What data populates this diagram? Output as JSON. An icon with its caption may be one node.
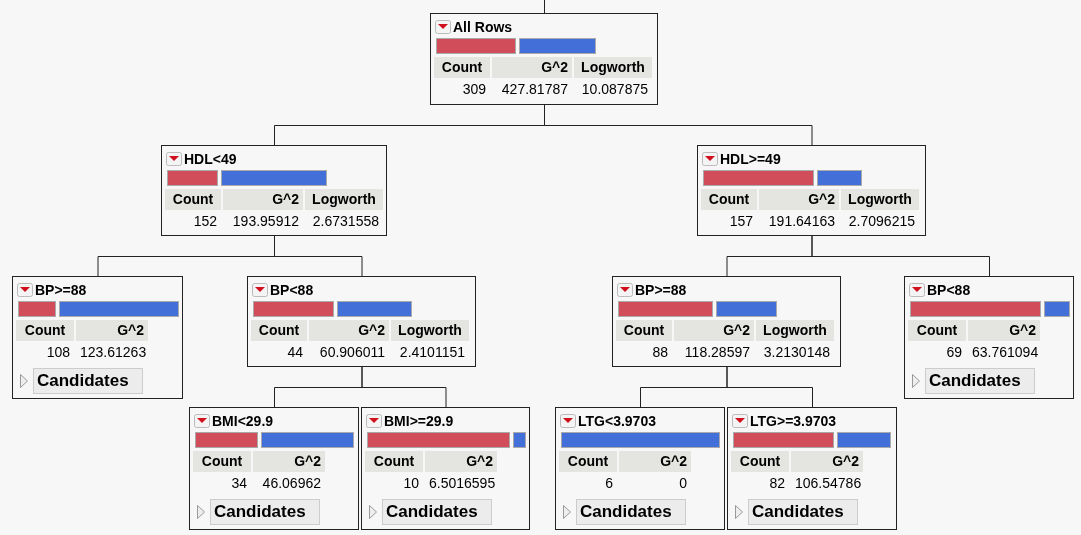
{
  "diagram": {
    "nodes": [
      {
        "text": [
          "All Rows",
          "Count",
          "G^2",
          "Logworth",
          "309",
          "427.81787",
          "10.087875"
        ]
      },
      {
        "text": [
          "HDL<49",
          "Count",
          "G^2",
          "Logworth",
          "152",
          "193.95912",
          "2.6731558"
        ]
      },
      {
        "text": [
          "HDL>=49",
          "Count",
          "G^2",
          "Logworth",
          "157",
          "191.64163",
          "2.7096215"
        ]
      },
      {
        "text": [
          "BP>=88",
          "Count",
          "G^2",
          "108",
          "123.61263",
          "Candidates"
        ]
      },
      {
        "text": [
          "BP<88",
          "Count",
          "G^2",
          "Logworth",
          "44",
          "60.906011",
          "2.4101151"
        ]
      },
      {
        "text": [
          "BP>=88",
          "Count",
          "G^2",
          "Logworth",
          "88",
          "118.28597",
          "3.2130148"
        ]
      },
      {
        "text": [
          "BP<88",
          "Count",
          "G^2",
          "69",
          "63.761094",
          "Candidates"
        ]
      },
      {
        "text": [
          "BMI<29.9",
          "Count",
          "G^2",
          "34",
          "46.06962",
          "Candidates"
        ]
      },
      {
        "text": [
          "BMI>=29.9",
          "Count",
          "G^2",
          "10",
          "6.5016595",
          "Candidates"
        ]
      },
      {
        "text": [
          "LTG<3.9703",
          "Count",
          "G^2",
          "6",
          "0",
          "Candidates"
        ]
      },
      {
        "text": [
          "LTG>=3.9703",
          "Count",
          "G^2",
          "82",
          "106.54786",
          "Candidates"
        ]
      }
    ],
    "edges": [
      {
        "from": null,
        "to": 0,
        "arrow": "none"
      },
      {
        "from": 0,
        "to": 1,
        "arrow": "none"
      },
      {
        "from": 0,
        "to": 2,
        "arrow": "none"
      },
      {
        "from": 1,
        "to": 3,
        "arrow": "none"
      },
      {
        "from": 1,
        "to": 4,
        "arrow": "none"
      },
      {
        "from": 2,
        "to": 5,
        "arrow": "none"
      },
      {
        "from": 2,
        "to": 6,
        "arrow": "none"
      },
      {
        "from": 4,
        "to": 7,
        "arrow": "none"
      },
      {
        "from": 4,
        "to": 8,
        "arrow": "none"
      },
      {
        "from": 5,
        "to": 9,
        "arrow": "none"
      },
      {
        "from": 5,
        "to": 10,
        "arrow": "none"
      }
    ]
  }
}
